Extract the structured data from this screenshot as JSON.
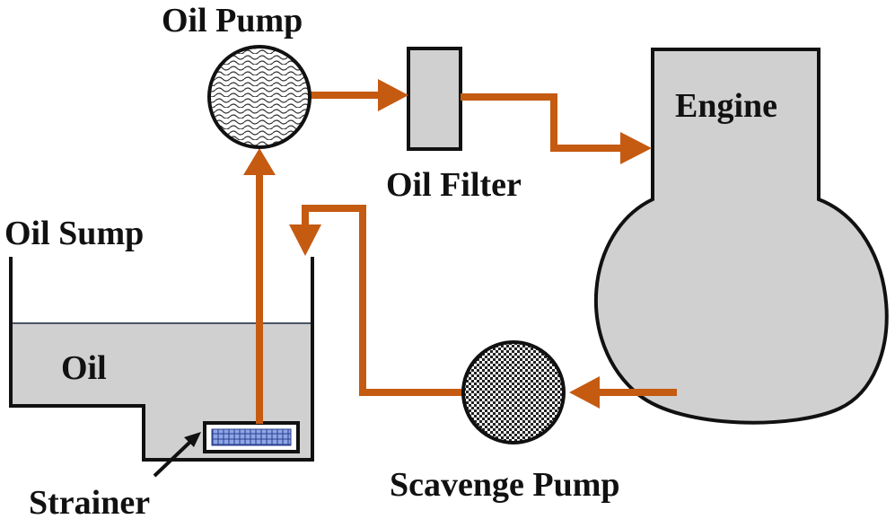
{
  "labels": {
    "oil_pump": "Oil Pump",
    "oil_filter": "Oil Filter",
    "engine": "Engine",
    "oil_sump": "Oil Sump",
    "oil": "Oil",
    "strainer": "Strainer",
    "scavenge_pump": "Scavenge Pump"
  },
  "colors": {
    "flow": "#c55a11",
    "fill_gray": "#d0d0d0",
    "outline": "#111111",
    "strainer_fill": "#8fa6e6"
  }
}
